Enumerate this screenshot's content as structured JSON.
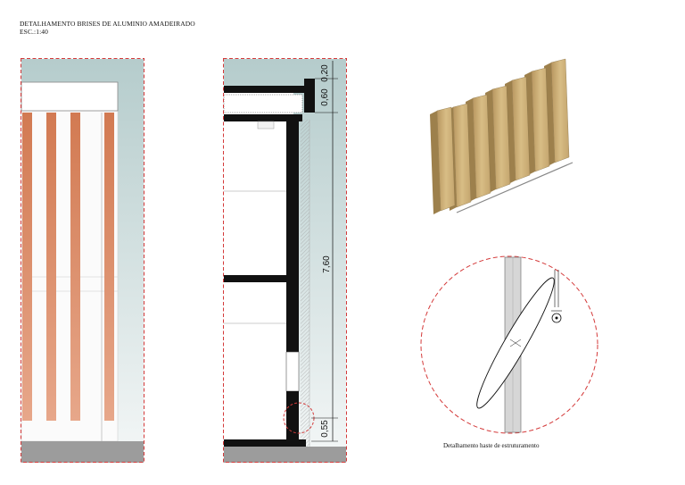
{
  "sheet": {
    "title_line1": "DETALHAMENTO BRISES DE ALUMINIO AMADEIRADO",
    "title_line2": "ESC.:1:40"
  },
  "section_dimensions": {
    "top": "0,20",
    "second": "0,60",
    "middle": "7,60",
    "bottom": "0,55"
  },
  "detail_caption": "Detalhamento haste de estruturamento",
  "colors": {
    "frame_dashed": "#d43a3a",
    "brise_orange": "#d9825a",
    "wood": "#c8a96b",
    "sky_gradient_top": "#b9cfd0",
    "ground": "#9c9c9c"
  }
}
